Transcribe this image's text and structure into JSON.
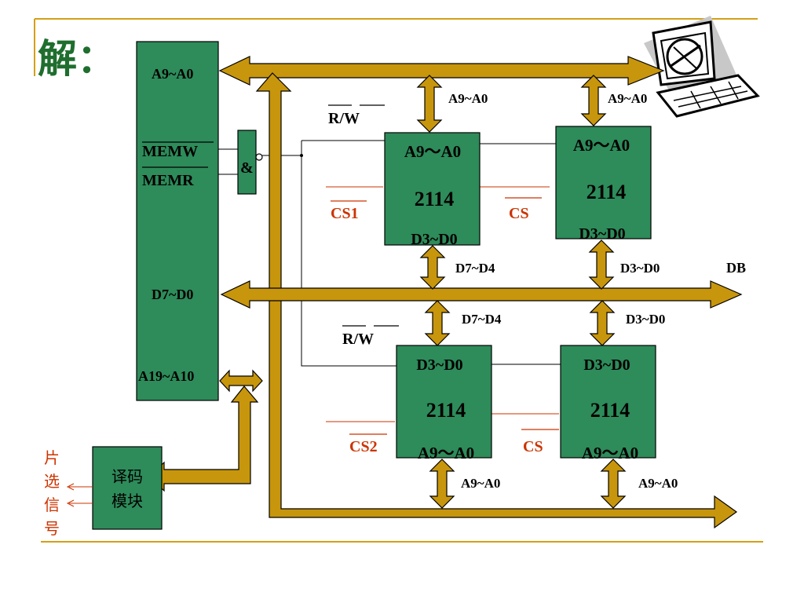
{
  "slide": {
    "title": "解："
  },
  "cpu_block": {
    "addr_label": "A9~A0",
    "memw_label": "MEMW",
    "memr_label": "MEMR",
    "data_label": "D7~D0",
    "high_addr_label": "A19~A10"
  },
  "and_gate": {
    "label": "&"
  },
  "rw_labels": {
    "top": "R/W",
    "bottom": "R/W"
  },
  "chips": [
    {
      "top_label": "A9～A0",
      "name": "2114",
      "bottom_label": "D3~D0",
      "cs_label": "CS1"
    },
    {
      "top_label": "A9～A0",
      "name": "2114",
      "bottom_label": "D3~D0",
      "cs_label": "CS"
    },
    {
      "top_label": "D3~D0",
      "name": "2114",
      "bottom_label": "A9～A0",
      "cs_label": "CS2"
    },
    {
      "top_label": "D3~D0",
      "name": "2114",
      "bottom_label": "A9～A0",
      "cs_label": "CS"
    }
  ],
  "bus_labels": {
    "top_left_addr": "A9~A0",
    "top_right_addr": "A9~A0",
    "chip1_data": "D7~D4",
    "chip2_data": "D3~D0",
    "db": "DB",
    "chip3_data": "D7~D4",
    "chip4_data": "D3~D0",
    "bottom_left_addr": "A9~A0",
    "bottom_right_addr": "A9~A0"
  },
  "decoder": {
    "line1": "译码",
    "line2": "模块"
  },
  "chip_select_signal": {
    "chars": [
      "片",
      "选",
      "信",
      "号"
    ]
  },
  "colors": {
    "block_green": "#2e8b5a",
    "bus_gold": "#c8960c",
    "title_green": "#1f6e2e",
    "accent_red": "#cc3300",
    "rule_gold": "#d4a017"
  }
}
